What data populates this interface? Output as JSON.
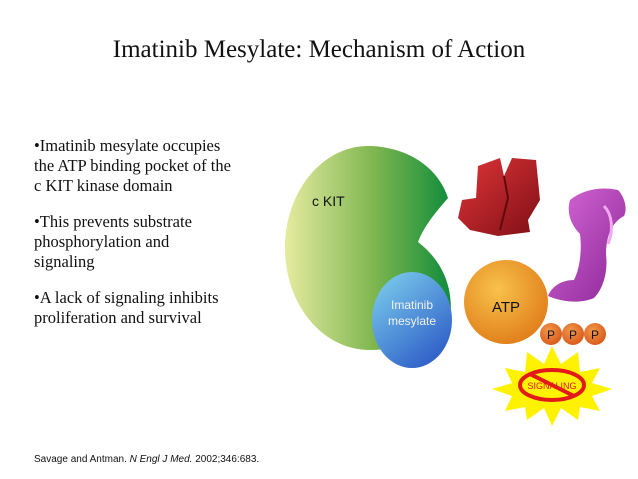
{
  "title": "Imatinib Mesylate: Mechanism of Action",
  "bullets": [
    "•Imatinib mesylate occupies\nthe ATP binding pocket of the\nc KIT kinase domain",
    "•This prevents substrate\nphosphorylation and\nsignaling",
    "•A lack of signaling inhibits\nproliferation and survival"
  ],
  "citation": {
    "authors": "Savage and Antman. ",
    "journal": "N Engl J Med.",
    "details": " 2002;346:683."
  },
  "diagram": {
    "ckit_label": "c KIT",
    "imatinib_label_line1": "Imatinib",
    "imatinib_label_line2": "mesylate",
    "atp_label": "ATP",
    "phosphates": [
      "P",
      "P",
      "P"
    ],
    "signaling_label": "SIGNALING",
    "colors": {
      "ckit_light": "#e6eba0",
      "ckit_dark": "#0f8c3c",
      "imatinib_light": "#7fd3ee",
      "imatinib_dark": "#2f5fc8",
      "atp_light": "#f8c24a",
      "atp_dark": "#e07d1a",
      "phosphate": "#e66a1e",
      "substrate_red": "#b81e22",
      "substrate_purple": "#c03fc8",
      "starburst": "#fff200",
      "no_sign": "#e21a1a"
    }
  }
}
